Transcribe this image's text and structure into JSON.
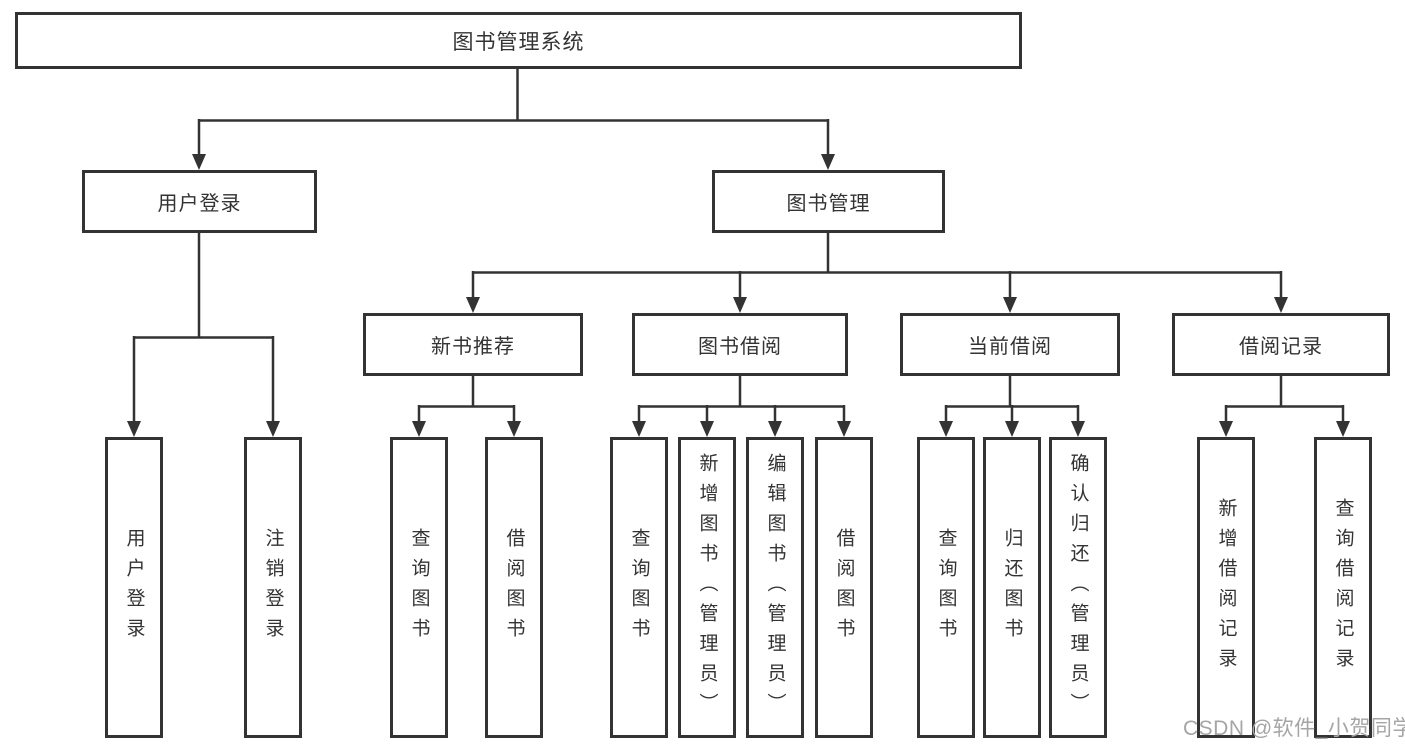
{
  "tree": {
    "label": "图书管理系统",
    "children": [
      {
        "label": "用户登录",
        "children": [
          {
            "label": "用户登录"
          },
          {
            "label": "注销登录"
          }
        ]
      },
      {
        "label": "图书管理",
        "children": [
          {
            "label": "新书推荐",
            "children": [
              {
                "label": "查询图书"
              },
              {
                "label": "借阅图书"
              }
            ]
          },
          {
            "label": "图书借阅",
            "children": [
              {
                "label": "查询图书"
              },
              {
                "label": "新增图书（管理员）"
              },
              {
                "label": "编辑图书（管理员）"
              },
              {
                "label": "借阅图书"
              }
            ]
          },
          {
            "label": "当前借阅",
            "children": [
              {
                "label": "查询图书"
              },
              {
                "label": "归还图书"
              },
              {
                "label": "确认归还（管理员）"
              }
            ]
          },
          {
            "label": "借阅记录",
            "children": [
              {
                "label": "新增借阅记录"
              },
              {
                "label": "查询借阅记录"
              }
            ]
          }
        ]
      }
    ]
  },
  "watermark": {
    "text": "CSDN @软件_小贺同学"
  },
  "colors": {
    "line": "#333333",
    "box_background": "#ffffff",
    "watermark_text": "#a5a5a5"
  }
}
